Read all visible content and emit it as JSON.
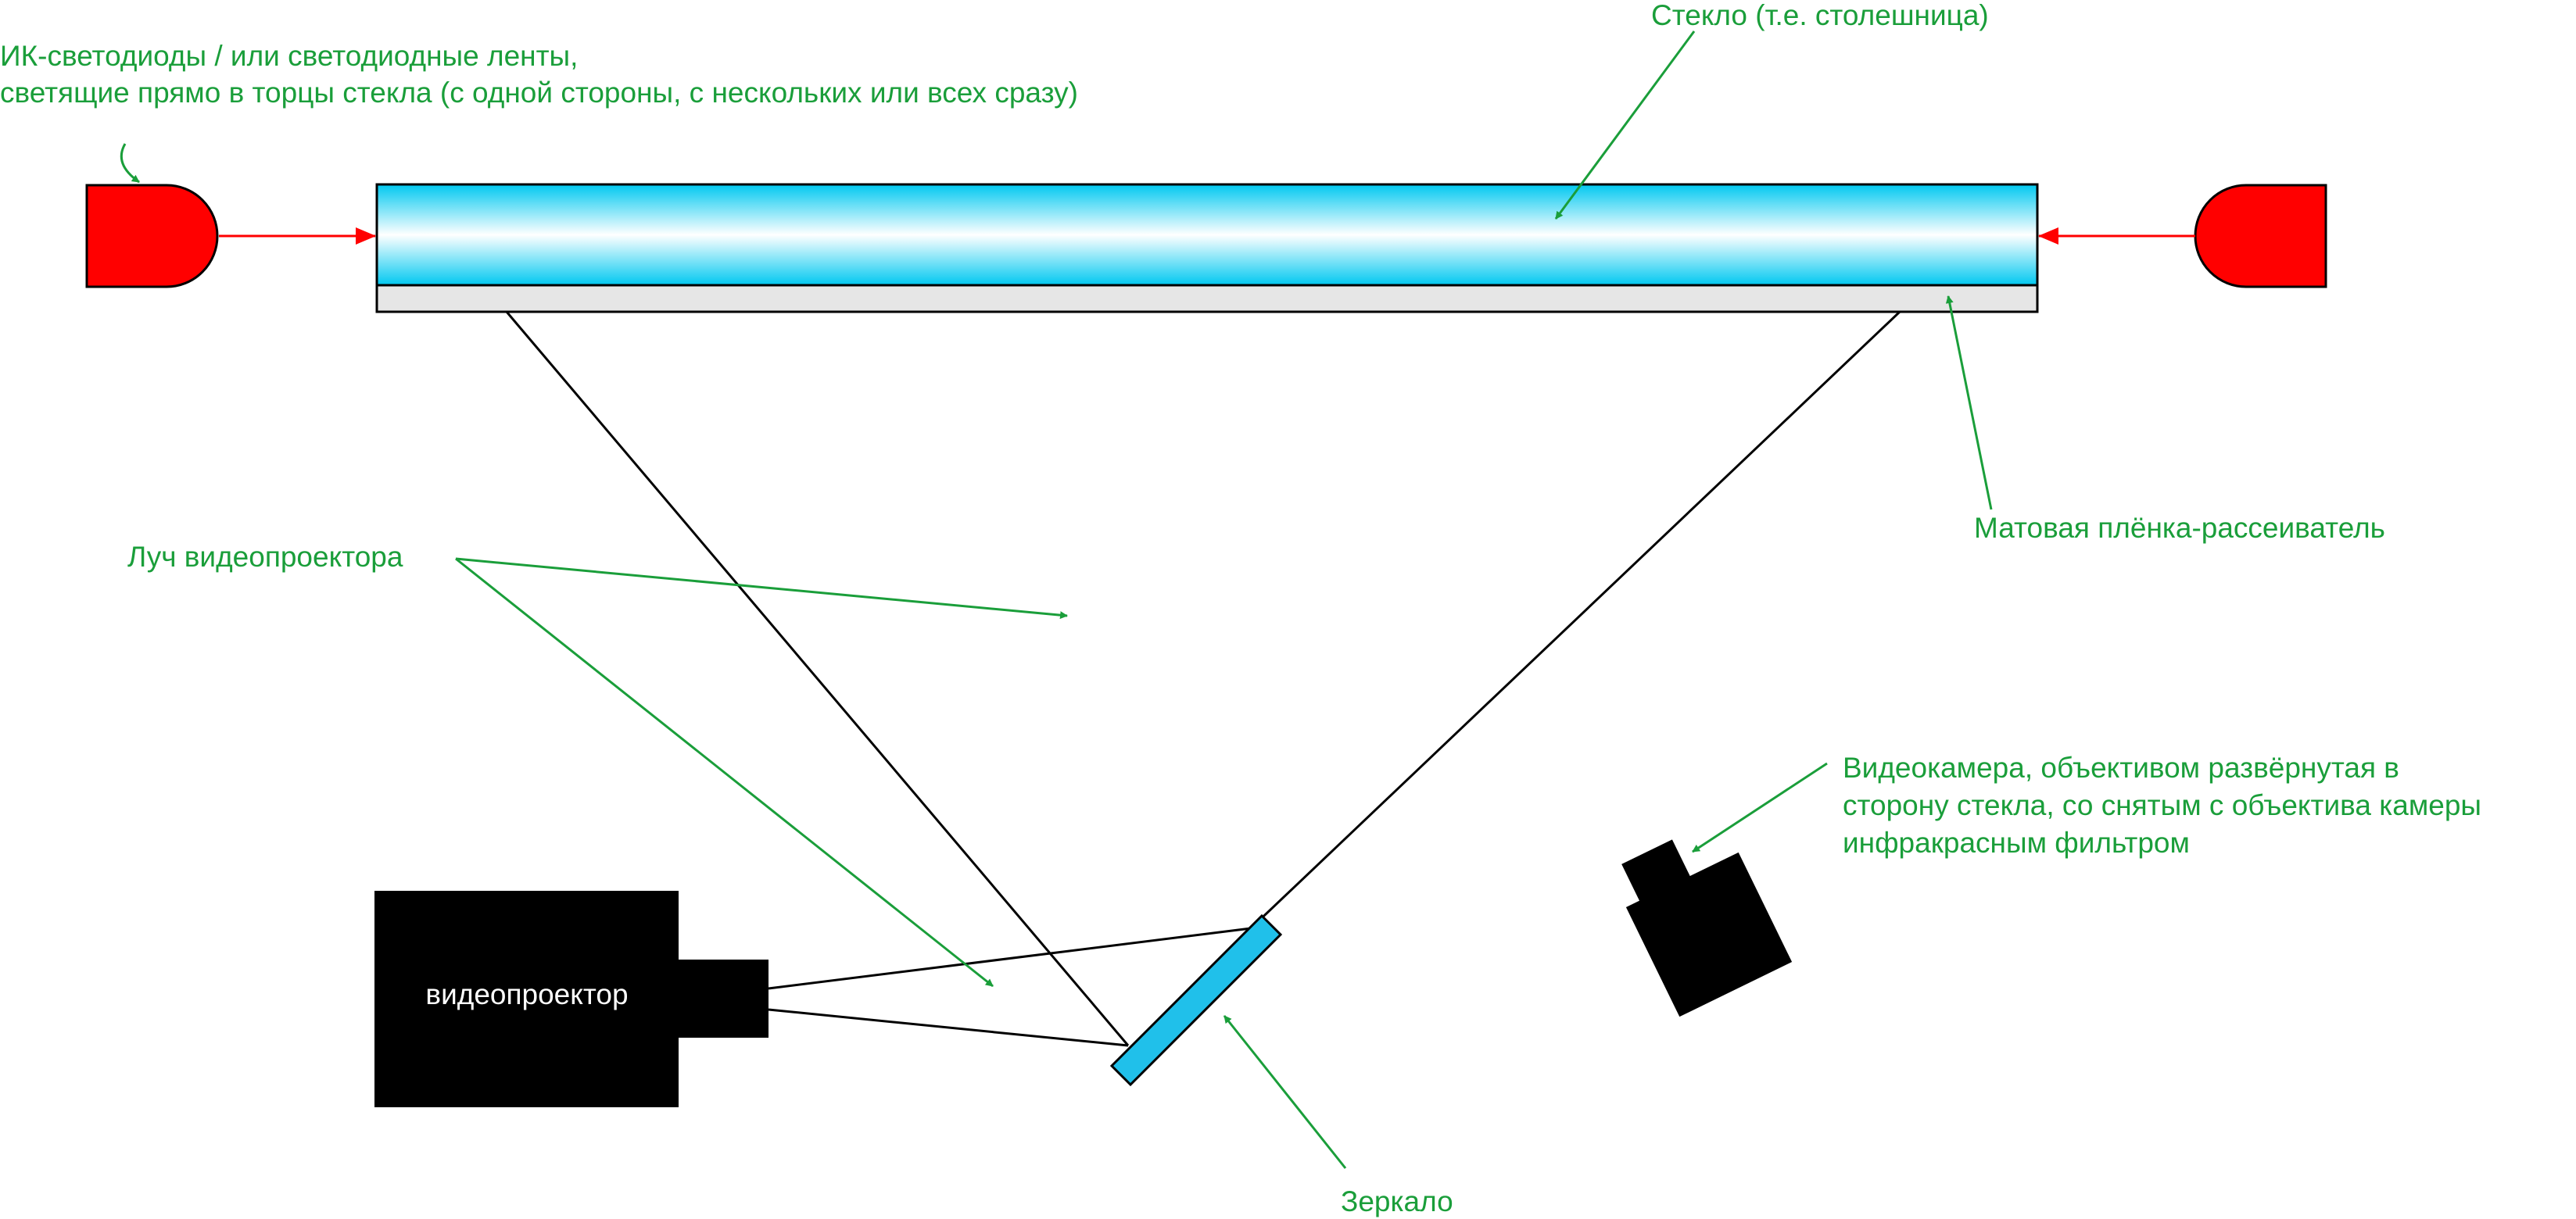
{
  "colors": {
    "label": "#1a9e3a",
    "annotation_arrow": "#1a9e3a",
    "ir_ray": "#ff0000",
    "led_fill": "#ff0000",
    "glass_edge": "#00c8f0",
    "glass_center": "#ffffff",
    "diffuser_fill": "#e6e6e6",
    "mirror_fill": "#20c0ea",
    "device_fill": "#000000",
    "beam_line": "#000000",
    "projector_text": "#ffffff"
  },
  "labels": {
    "ir_leds": {
      "lines": [
        "ИК-светодиоды / или светодиодные ленты,",
        "светящие прямо в торцы стекла (с одной стороны, с нескольких или всех сразу)"
      ]
    },
    "glass": "Стекло (т.е. столешница)",
    "diffuser": "Матовая плёнка-рассеиватель",
    "projector_beam": "Луч видеопроектора",
    "camera": {
      "lines": [
        "Видеокамера, объективом развёрнутая в",
        "сторону стекла, со снятым с объектива камеры",
        "инфракрасным фильтром"
      ]
    },
    "projector": "видеопроектор",
    "mirror": "Зеркало"
  },
  "icons": {
    "led_left": "ir-led-icon",
    "led_right": "ir-led-icon",
    "projector": "projector-icon",
    "camera": "video-camera-icon",
    "mirror": "mirror-icon"
  }
}
